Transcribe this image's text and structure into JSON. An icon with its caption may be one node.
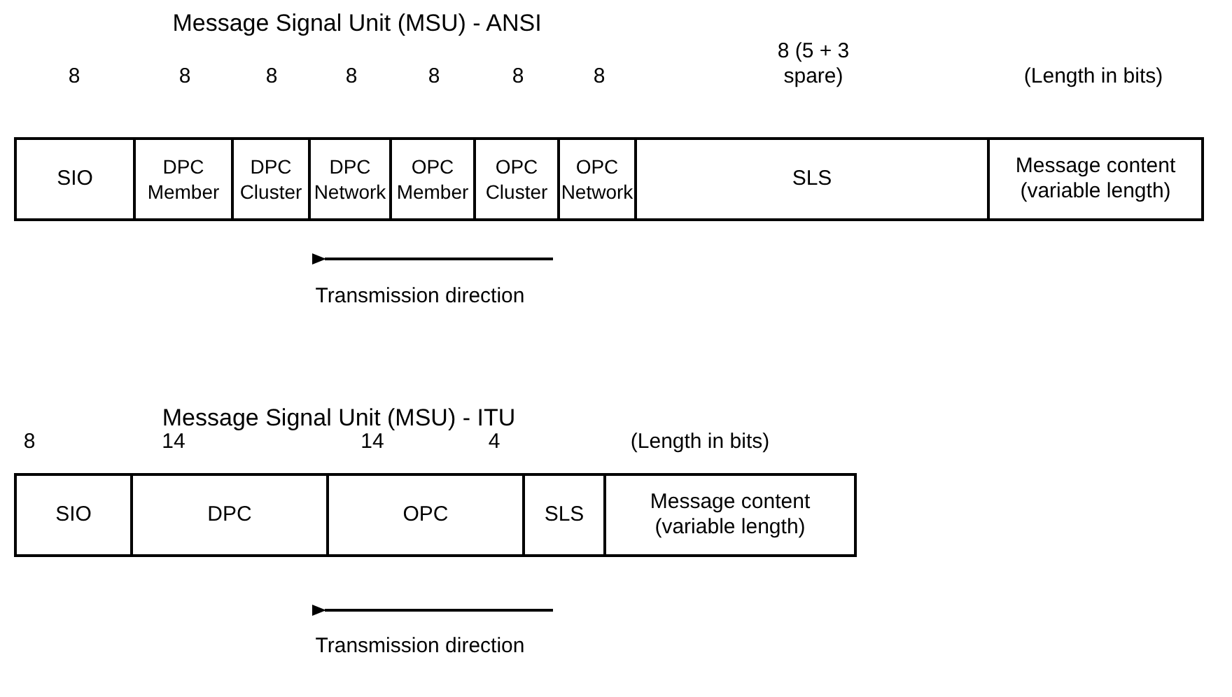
{
  "diagram": {
    "nodes": [
      {
        "text": [
          "SIO"
        ]
      },
      {
        "text": [
          "DPC Member"
        ]
      },
      {
        "text": [
          "DPC Cluster"
        ]
      },
      {
        "text": [
          "DPC Network"
        ]
      },
      {
        "text": [
          "OPC Member"
        ]
      },
      {
        "text": [
          "OPC Cluster"
        ]
      },
      {
        "text": [
          "OPC Network"
        ]
      },
      {
        "text": [
          "SLS"
        ]
      },
      {
        "text": [
          "Message content (variable length)"
        ]
      },
      {
        "text": [
          "SIO"
        ]
      },
      {
        "text": [
          "DPC"
        ]
      },
      {
        "text": [
          "OPC"
        ]
      },
      {
        "text": [
          "SLS"
        ]
      },
      {
        "text": [
          "Message content (variable length)"
        ]
      }
    ],
    "edges": [],
    "labels": [
      "Message Signal Unit (MSU) - ANSI",
      "8",
      "8",
      "8",
      "8",
      "8",
      "8",
      "8",
      "8 (5 + 3 spare)",
      "(Length in bits)",
      "Transmission direction",
      "Message Signal Unit (MSU) - ITU",
      "8",
      "14",
      "14",
      "4",
      "(Length in bits)",
      "Transmission direction"
    ]
  }
}
